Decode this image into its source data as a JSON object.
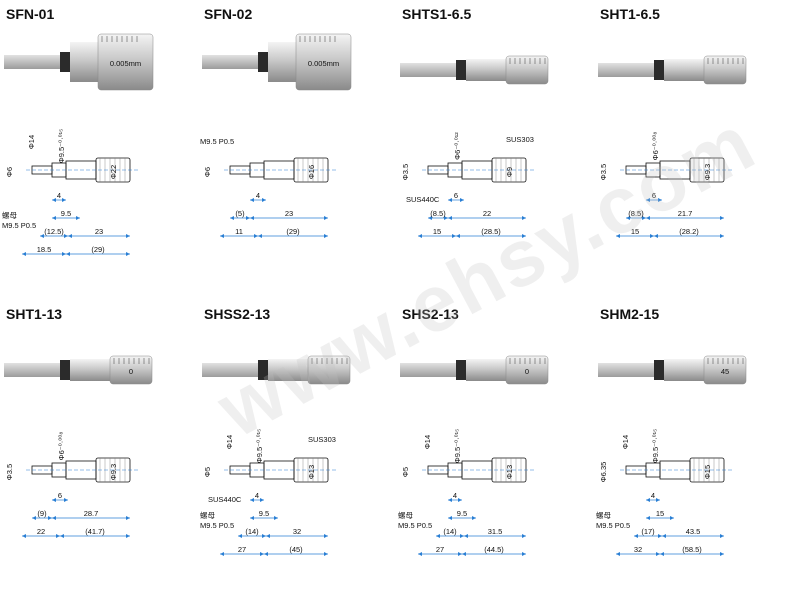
{
  "watermark": "www.ehsy.com",
  "models": [
    {
      "title": "SFN-01",
      "photo_label": "0.005mm",
      "dims": {
        "d_spindle": "Φ6",
        "d_stem": "Φ14",
        "d_clamp": "Φ9.5⁻⁰·⁰¹⁵",
        "d_thimble": "Φ22"
      },
      "nut": {
        "name": "螺母",
        "spec": "M9.5 P0.5"
      },
      "lengths": [
        "4",
        "9.5",
        "(12.5)",
        "23",
        "18.5",
        "(29)"
      ],
      "materials": []
    },
    {
      "title": "SFN-02",
      "photo_label": "0.005mm",
      "dims": {
        "d_spindle": "Φ6",
        "d_stem": "",
        "d_clamp": "",
        "d_thimble": "Φ16"
      },
      "nut": {
        "name": "",
        "spec": "M9.5 P0.5"
      },
      "lengths": [
        "4",
        "(5)",
        "23",
        "11",
        "(29)"
      ],
      "materials": []
    },
    {
      "title": "SHTS1-6.5",
      "photo_label": "",
      "dims": {
        "d_spindle": "Φ3.5",
        "d_stem": "",
        "d_clamp": "Φ6⁻⁰·⁰¹²",
        "d_thimble": "Φ9"
      },
      "nut": {
        "name": "",
        "spec": ""
      },
      "lengths": [
        "6",
        "(8.5)",
        "22",
        "15",
        "(28.5)"
      ],
      "materials": [
        "SUS303",
        "SUS440C"
      ]
    },
    {
      "title": "SHT1-6.5",
      "photo_label": "",
      "dims": {
        "d_spindle": "Φ3.5",
        "d_stem": "",
        "d_clamp": "Φ6⁻⁰·⁰⁰⁸",
        "d_thimble": "Φ9.3"
      },
      "nut": {
        "name": "",
        "spec": ""
      },
      "lengths": [
        "6",
        "(8.5)",
        "21.7",
        "15",
        "(28.2)"
      ],
      "materials": []
    },
    {
      "title": "SHT1-13",
      "photo_label": "0",
      "dims": {
        "d_spindle": "Φ3.5",
        "d_stem": "",
        "d_clamp": "Φ6⁻⁰·⁰⁰⁸",
        "d_thimble": "Φ9.3"
      },
      "nut": {
        "name": "",
        "spec": ""
      },
      "lengths": [
        "6",
        "(9)",
        "28.7",
        "22",
        "(41.7)"
      ],
      "materials": []
    },
    {
      "title": "SHSS2-13",
      "photo_label": "",
      "dims": {
        "d_spindle": "Φ5",
        "d_stem": "Φ14",
        "d_clamp": "Φ9.5⁻⁰·⁰¹⁵",
        "d_thimble": "Φ13"
      },
      "nut": {
        "name": "螺母",
        "spec": "M9.5 P0.5"
      },
      "lengths": [
        "4",
        "9.5",
        "(14)",
        "32",
        "27",
        "(45)"
      ],
      "materials": [
        "SUS303",
        "SUS440C"
      ]
    },
    {
      "title": "SHS2-13",
      "photo_label": "0",
      "dims": {
        "d_spindle": "Φ5",
        "d_stem": "Φ14",
        "d_clamp": "Φ9.5⁻⁰·⁰¹⁵",
        "d_thimble": "Φ13"
      },
      "nut": {
        "name": "螺母",
        "spec": "M9.5 P0.5"
      },
      "lengths": [
        "4",
        "9.5",
        "(14)",
        "31.5",
        "27",
        "(44.5)"
      ],
      "materials": []
    },
    {
      "title": "SHM2-15",
      "photo_label": "45",
      "dims": {
        "d_spindle": "Φ6.35",
        "d_stem": "Φ14",
        "d_clamp": "Φ9.5⁻⁰·⁰¹⁵",
        "d_thimble": "Φ15"
      },
      "nut": {
        "name": "螺母",
        "spec": "M9.5 P0.5"
      },
      "lengths": [
        "4",
        "15",
        "(17)",
        "43.5",
        "32",
        "(58.5)"
      ],
      "materials": []
    }
  ]
}
